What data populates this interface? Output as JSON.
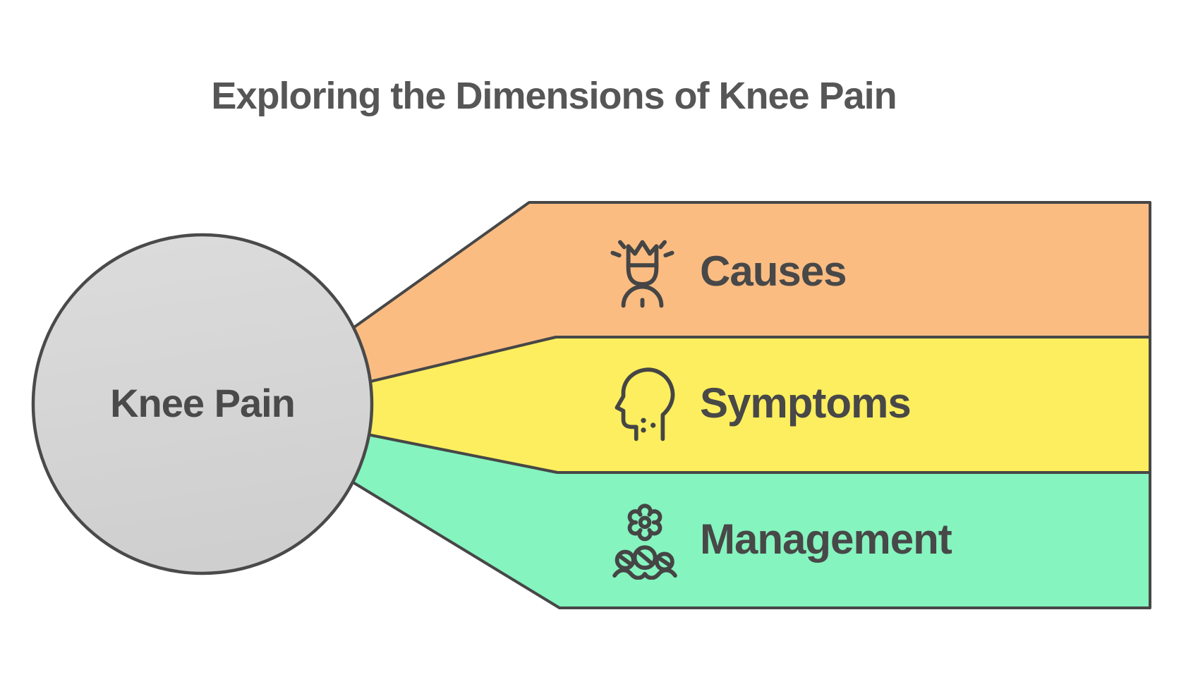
{
  "title": "Exploring the Dimensions of Knee Pain",
  "center_node": {
    "label": "Knee Pain",
    "fill": "#d6d6d6",
    "border_color": "#4a4a4a"
  },
  "branches": [
    {
      "label": "Causes",
      "icon": "crowned-person-icon",
      "color": "#FBBC82"
    },
    {
      "label": "Symptoms",
      "icon": "head-profile-icon",
      "color": "#FCEE5E"
    },
    {
      "label": "Management",
      "icon": "gear-and-pills-icon",
      "color": "#85F4BE"
    }
  ],
  "style": {
    "band_border_color": "#474747",
    "label_text_color": "#484848",
    "title_color": "#565656",
    "background": "#ffffff"
  }
}
